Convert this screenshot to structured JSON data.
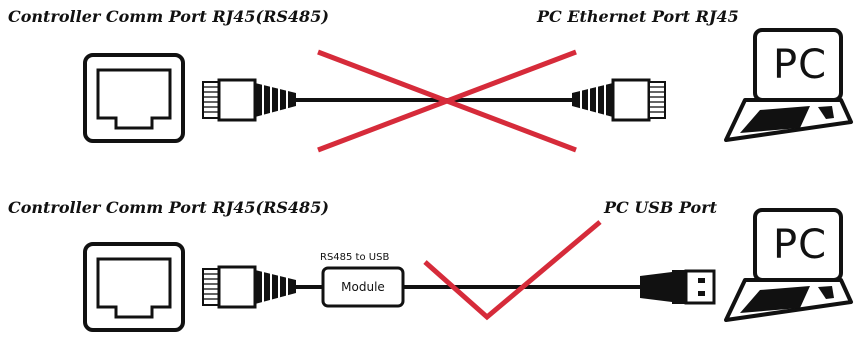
{
  "row1": {
    "controller_label": "Controller Comm Port RJ45(RS485)",
    "pc_label": "PC Ethernet Port RJ45",
    "pc_screen_text": "PC"
  },
  "row2": {
    "controller_label": "Controller Comm Port RJ45(RS485)",
    "pc_label": "PC USB Port",
    "module_caption": "RS485 to USB",
    "module_label": "Module",
    "pc_screen_text": "PC"
  },
  "colors": {
    "line": "#111111",
    "mark": "#d62b3a",
    "background": "#ffffff"
  }
}
